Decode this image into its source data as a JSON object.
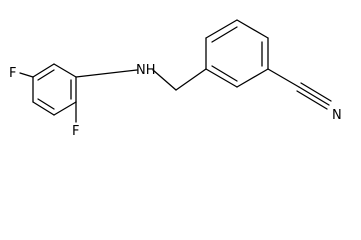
{
  "molecule": {
    "atoms": {
      "fluorine_top": "F",
      "amine": "NH",
      "fluorine_bottom": "F",
      "nitrile_nitrogen": "N"
    }
  }
}
